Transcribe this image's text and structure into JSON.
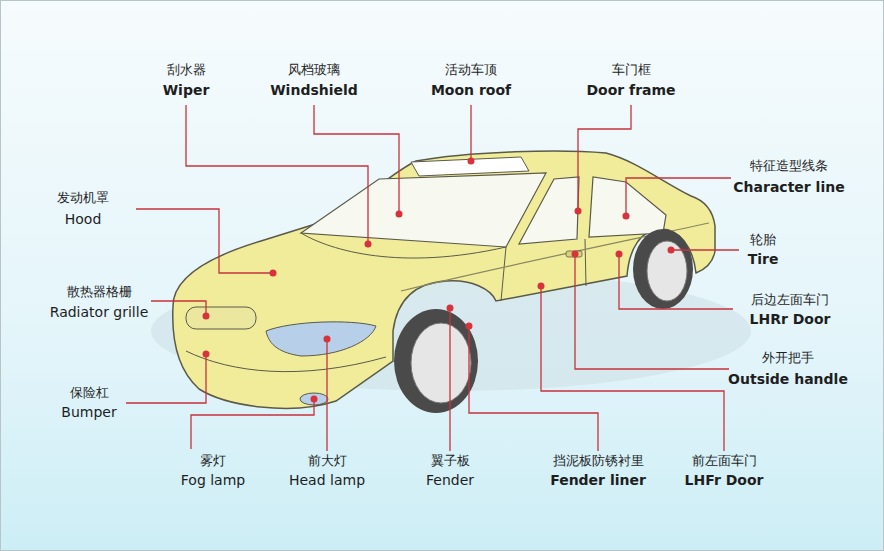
{
  "diagram": {
    "labels": [
      "刮水器",
      "Wiper",
      "风档玻璃",
      "Windshield",
      "活动车顶",
      "Moon roof",
      "车门框",
      "Door frame",
      "发动机罩",
      "Hood",
      "特征造型线条",
      "Character line",
      "轮胎",
      "Tire",
      "散热器格栅",
      "Radiator grille",
      "后边左面车门",
      "LHRr Door",
      "外开把手",
      "Outside handle",
      "保险杠",
      "Bumper",
      "雾灯",
      "Fog lamp",
      "前大灯",
      "Head lamp",
      "翼子板",
      "Fender",
      "挡泥板防锈衬里",
      "Fender liner",
      "前左面车门",
      "LHFr Door"
    ]
  }
}
